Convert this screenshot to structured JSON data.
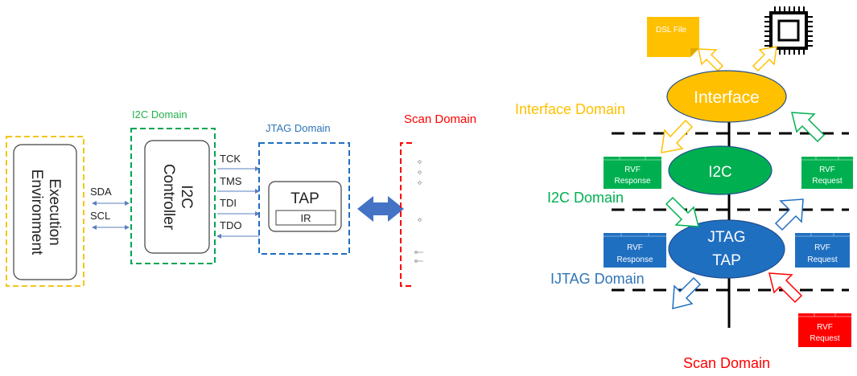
{
  "left_diagram": {
    "execution_environment": {
      "line1": "Execution",
      "line2": "Environment"
    },
    "i2c_domain_label": "I2C Domain",
    "i2c_controller": {
      "line1": "I2C",
      "line2": "Controller"
    },
    "bus_signals": [
      "SDA",
      "SCL"
    ],
    "jtag_domain_label": "JTAG Domain",
    "jtag_signals": [
      "TCK",
      "TMS",
      "TDI",
      "TDO"
    ],
    "tap": {
      "label": "TAP",
      "register": "IR"
    },
    "scan_domain_label": "Scan Domain"
  },
  "right_diagram": {
    "dsl_file": "DSL File",
    "interface_node": "Interface",
    "interface_domain_label": "Interface Domain",
    "i2c_node": "I2C",
    "i2c_domain_label": "I2C Domain",
    "jtag_node": {
      "line1": "JTAG",
      "line2": "TAP"
    },
    "ijtag_domain_label": "IJTAG Domain",
    "scan_domain_label": "Scan Domain",
    "rvf_boxes": {
      "i2c_response": {
        "line1": "RVF",
        "line2": "Response"
      },
      "i2c_request": {
        "line1": "RVF",
        "line2": "Request"
      },
      "jtag_response": {
        "line1": "RVF",
        "line2": "Response"
      },
      "jtag_request": {
        "line1": "RVF",
        "line2": "Request"
      },
      "scan_request": {
        "line1": "RVF",
        "line2": "Request"
      }
    }
  },
  "colors": {
    "yellow": "#F5C518",
    "green": "#00A651",
    "blue": "#1F6FC1",
    "red": "#FF0000",
    "i2c_text": "#22B14C",
    "jtag_text": "#2E75B6",
    "node_yellow": "#FFC000",
    "node_green": "#00B050",
    "node_blue": "#1F6FC1",
    "arrow_blue": "#4472C4"
  }
}
